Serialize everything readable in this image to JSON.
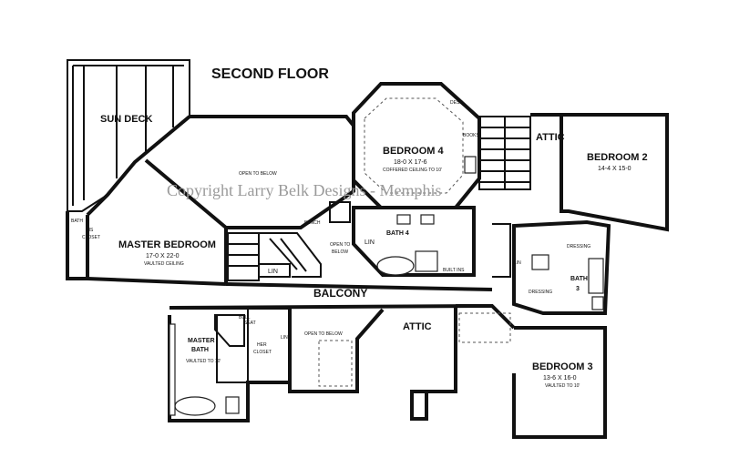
{
  "title": "SECOND FLOOR",
  "watermark": "Copyright Larry Belk Designs - Memphis",
  "rooms": {
    "sun_deck": "SUN DECK",
    "bedroom4": {
      "name": "BEDROOM 4",
      "dims": "18-0 X 17-6",
      "note": "COFFERED CEILING TO 10'"
    },
    "bedroom2": {
      "name": "BEDROOM 2",
      "dims": "14-4 X 15-0"
    },
    "master_bedroom": {
      "name": "MASTER BEDROOM",
      "dims": "17-0 X 22-0",
      "note": "VAULTED CEILING"
    },
    "bedroom3": {
      "name": "BEDROOM 3",
      "dims": "13-6 X 16-0",
      "note": "VAULTED TO 10'"
    },
    "master_bath": {
      "name_line1": "MASTER",
      "name_line2": "BATH",
      "note": "VAULTED TO 10'"
    },
    "bath4": "BATH 4",
    "bath3_line1": "BATH",
    "bath3_line2": "3",
    "balcony": "BALCONY",
    "attic_top": "ATTIC",
    "attic_mid": "ATTIC"
  },
  "labels": {
    "open_to_below_top": "OPEN TO BELOW",
    "open_to_below_mid_line1": "OPEN TO",
    "open_to_below_mid_line2": "BELOW",
    "open_to_below_bottom": "OPEN TO BELOW",
    "his_closet_line1": "HIS",
    "his_closet_line2": "CLOSET",
    "her_closet_line1": "HER",
    "her_closet_line2": "CLOSET",
    "lin1": "LIN",
    "lin2": "LIN",
    "lin3": "LIN",
    "lin4": "LIN",
    "built_ins": "BUILT INS",
    "dressing_top": "DRESSING",
    "dressing_bottom": "DRESSING",
    "desk": "DESK",
    "books": "BOOKS",
    "bath_side": "BATH",
    "bench": "BENCH",
    "bull": "BULL",
    "seat": "SEAT"
  }
}
